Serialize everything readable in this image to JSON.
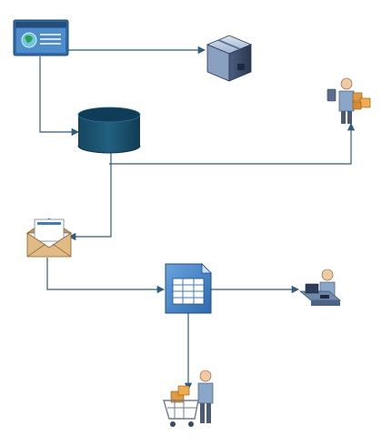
{
  "diagram": {
    "type": "flow",
    "colors": {
      "connector": "#2f5d7c",
      "window_frame": "#2d6aa8",
      "window_title": "#244d7a",
      "box_dark": "#3a4e6a",
      "box_light": "#b8c8de",
      "database": "#1c4f6e",
      "database_top": "#0f3c57",
      "envelope": "#d8b078",
      "envelope_dark": "#9a6e3a",
      "doc_blue": "#3b7cc4",
      "person_shirt": "#8aa7c8",
      "package": "#e39a3a"
    },
    "nodes": [
      {
        "id": "web-page",
        "icon": "web-browser-icon"
      },
      {
        "id": "product-box",
        "icon": "product-box-icon"
      },
      {
        "id": "warehouse-worker",
        "icon": "worker-with-packages-icon"
      },
      {
        "id": "database",
        "icon": "database-cylinder-icon"
      },
      {
        "id": "email",
        "icon": "open-envelope-icon"
      },
      {
        "id": "spreadsheet",
        "icon": "spreadsheet-document-icon"
      },
      {
        "id": "desk-worker",
        "icon": "person-at-computer-icon"
      },
      {
        "id": "shopper",
        "icon": "person-with-shopping-cart-icon"
      }
    ],
    "edges": [
      {
        "from": "web-page",
        "to": "product-box"
      },
      {
        "from": "web-page",
        "to": "database"
      },
      {
        "from": "database",
        "to": "warehouse-worker"
      },
      {
        "from": "database",
        "to": "email"
      },
      {
        "from": "email",
        "to": "spreadsheet"
      },
      {
        "from": "spreadsheet",
        "to": "desk-worker"
      },
      {
        "from": "spreadsheet",
        "to": "shopper"
      }
    ]
  }
}
